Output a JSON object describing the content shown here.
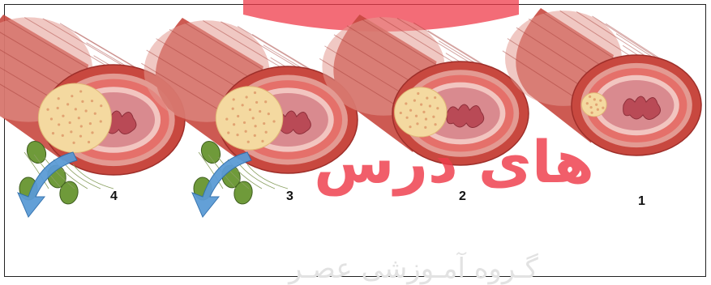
{
  "diagram": {
    "stages": [
      {
        "label": "4",
        "plaque_size": 0.32,
        "has_rupture": true
      },
      {
        "label": "3",
        "plaque_size": 0.3,
        "has_rupture": true
      },
      {
        "label": "2",
        "plaque_size": 0.24,
        "has_rupture": false
      },
      {
        "label": "1",
        "plaque_size": 0.12,
        "has_rupture": false
      }
    ],
    "watermark": {
      "logo_text": "های درس",
      "footer_text": "گـروه آمـوزشی عصـر"
    },
    "colors": {
      "artery_outer": "#c8483f",
      "artery_striation": "#e39a92",
      "artery_media": "#e5706a",
      "artery_intima": "#f2c5c0",
      "lumen_fold": "#b94a56",
      "plaque": "#f4d9a0",
      "plaque_spot": "#d98c5e",
      "arrow": "#5b9bd5",
      "cell": "#6f9a3a",
      "watermark_red": "#ef3b4a"
    }
  }
}
